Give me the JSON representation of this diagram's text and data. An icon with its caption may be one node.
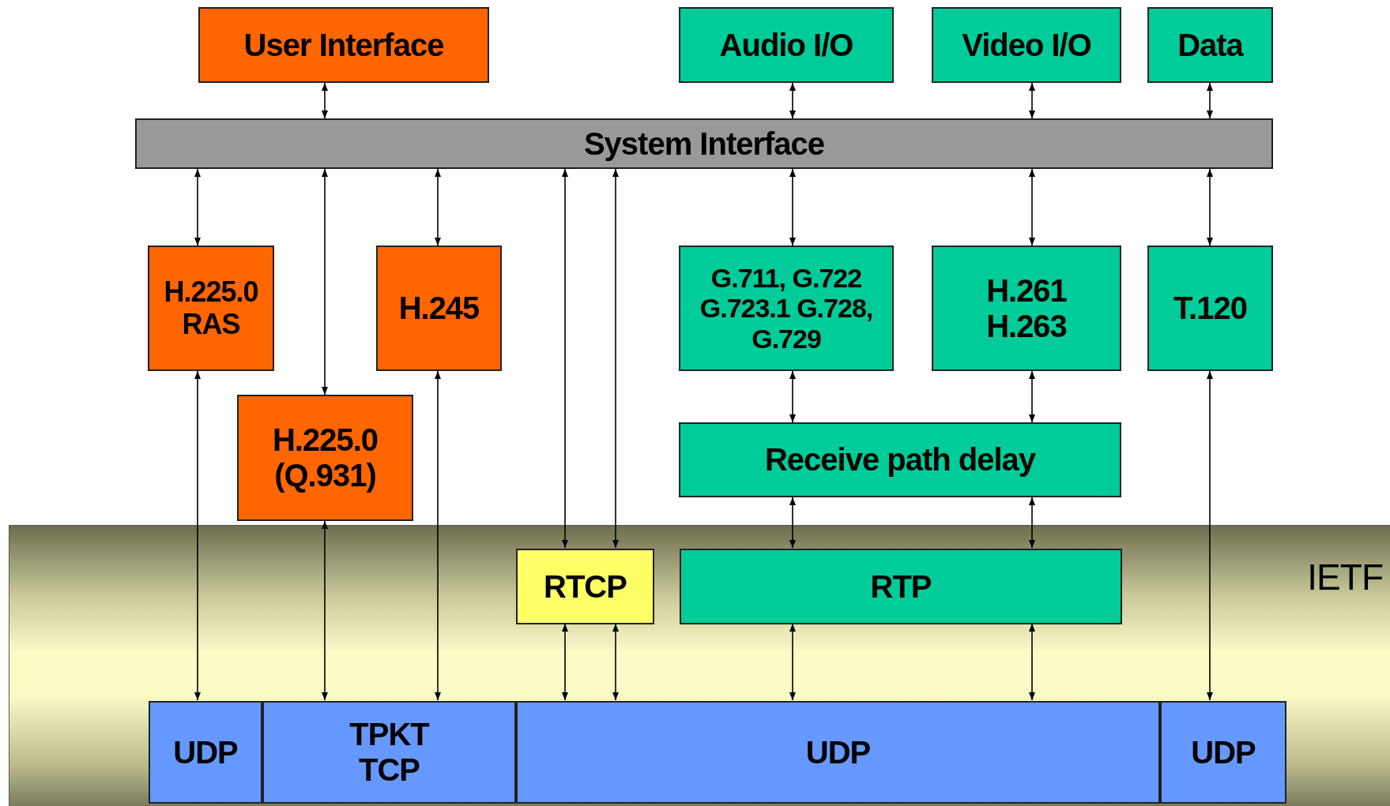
{
  "diagram": {
    "nodes": [
      {
        "text": [
          "User Interface"
        ]
      },
      {
        "text": [
          "Audio I/O"
        ]
      },
      {
        "text": [
          "Video I/O"
        ]
      },
      {
        "text": [
          "Data"
        ]
      },
      {
        "text": [
          "System Interface"
        ]
      },
      {
        "text": [
          "H.225.0 RAS"
        ]
      },
      {
        "text": [
          "H.245"
        ]
      },
      {
        "text": [
          "G.711, G.722 G.723.1 G.728, G.729"
        ]
      },
      {
        "text": [
          "H.261 H.263"
        ]
      },
      {
        "text": [
          "T.120"
        ]
      },
      {
        "text": [
          "H.225.0 (Q.931)"
        ]
      },
      {
        "text": [
          "Receive path delay"
        ]
      },
      {
        "text": [
          "IETF"
        ]
      },
      {
        "text": [
          "RTCP"
        ],
        "in": 12
      },
      {
        "text": [
          "RTP"
        ],
        "in": 12
      },
      {
        "text": [
          "UDP"
        ],
        "in": 12
      },
      {
        "text": [
          "TPKT TCP"
        ],
        "in": 12
      },
      {
        "text": [
          "UDP"
        ],
        "in": 12
      },
      {
        "text": [
          "UDP"
        ],
        "in": 12
      }
    ],
    "edges": [
      {
        "from": 0,
        "to": 4,
        "arrow": "both"
      },
      {
        "from": 1,
        "to": 4,
        "arrow": "both"
      },
      {
        "from": 2,
        "to": 4,
        "arrow": "both"
      },
      {
        "from": 3,
        "to": 4,
        "arrow": "both"
      },
      {
        "from": 4,
        "to": 5,
        "arrow": "both"
      },
      {
        "from": 4,
        "to": 10,
        "arrow": "both"
      },
      {
        "from": 4,
        "to": 6,
        "arrow": "both"
      },
      {
        "from": 4,
        "to": 13,
        "arrow": "both"
      },
      {
        "from": 4,
        "to": 13,
        "arrow": "both"
      },
      {
        "from": 4,
        "to": 7,
        "arrow": "both"
      },
      {
        "from": 4,
        "to": 8,
        "arrow": "both"
      },
      {
        "from": 4,
        "to": 9,
        "arrow": "both"
      },
      {
        "from": 7,
        "to": 11,
        "arrow": "both"
      },
      {
        "from": 8,
        "to": 11,
        "arrow": "both"
      },
      {
        "from": 11,
        "to": 14,
        "arrow": "both"
      },
      {
        "from": 11,
        "to": 14,
        "arrow": "both"
      },
      {
        "from": 5,
        "to": 15,
        "arrow": "both"
      },
      {
        "from": 10,
        "to": 16,
        "arrow": "both"
      },
      {
        "from": 6,
        "to": 16,
        "arrow": "both"
      },
      {
        "from": 13,
        "to": 17,
        "arrow": "both"
      },
      {
        "from": 13,
        "to": 17,
        "arrow": "both"
      },
      {
        "from": 14,
        "to": 17,
        "arrow": "both"
      },
      {
        "from": 14,
        "to": 17,
        "arrow": "both"
      },
      {
        "from": 9,
        "to": 18,
        "arrow": "both"
      }
    ]
  }
}
